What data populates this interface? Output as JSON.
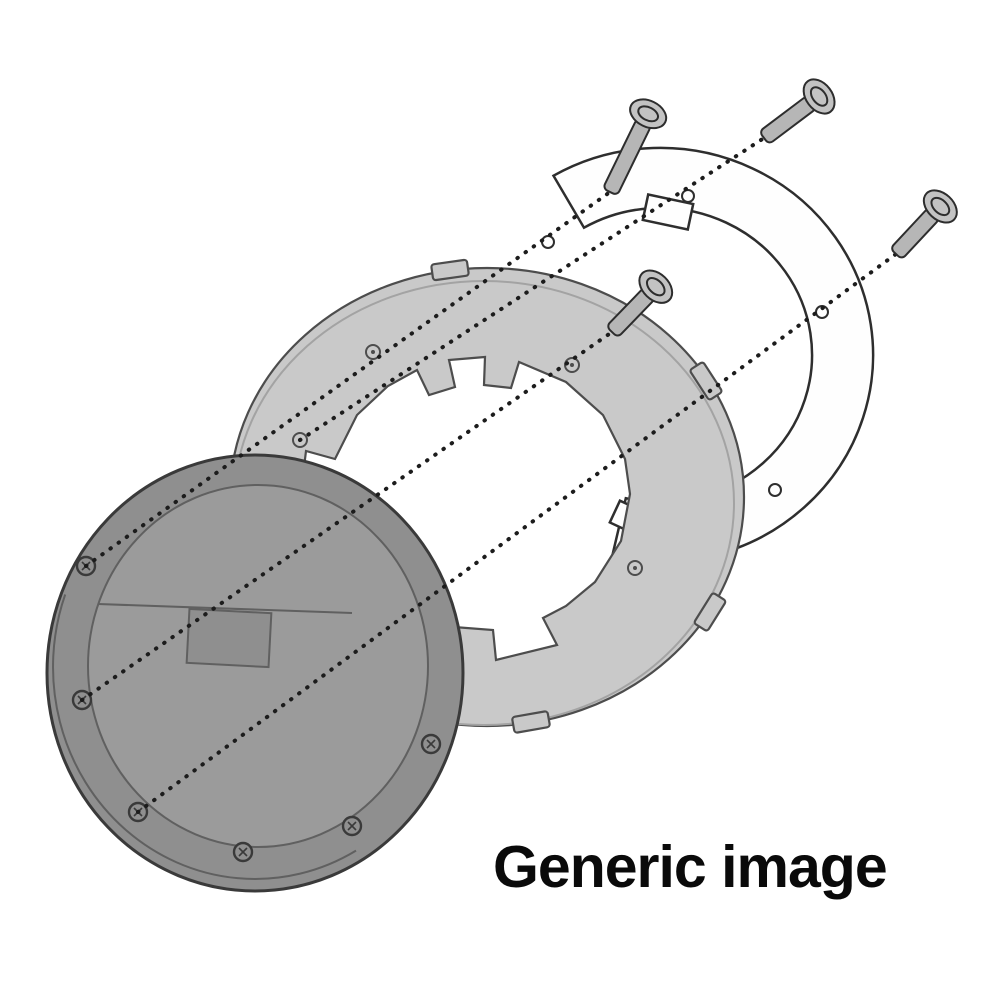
{
  "caption": {
    "text": "Generic image"
  },
  "colors": {
    "background": "#ffffff",
    "caption": "#0a0a0a",
    "line": "#1c1c1c",
    "metal_ring": "#fefefe",
    "metal_ring_edge": "#2e2e2e",
    "adapter_ring": "#c9c9c9",
    "adapter_ring_edge": "#4d4d4d",
    "adapter_ring_rim": "#a3a3a3",
    "base_plate": "#8f8f8f",
    "base_plate_edge": "#3a3a3a",
    "base_plate_inner": "#9b9b9b",
    "base_plate_inner_edge": "#606060",
    "screw_body": "#b6b6b6",
    "screw_head": "#c3c3c3",
    "screw_edge": "#2d2d2d"
  },
  "parts": {
    "screw_count": 4,
    "alignment_line_count": 4,
    "ring_names": [
      "metal-mounting-ring",
      "adapter-flange-ring",
      "tank-bag-base-plate"
    ]
  }
}
